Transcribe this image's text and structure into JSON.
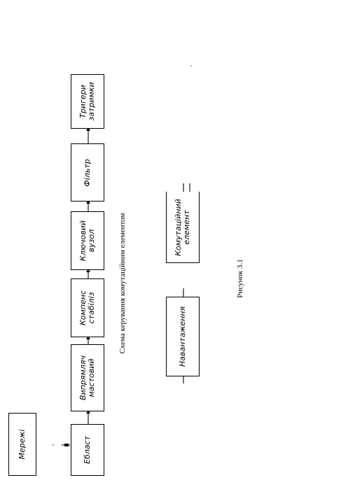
{
  "diagram": {
    "blocks": {
      "merezhi": "Мережі",
      "holost": "Ебласт",
      "vypryamliach": [
        "Випрямляч",
        "мастовий"
      ],
      "kompens": [
        "Компенс",
        "стабіліз"
      ],
      "kliuchovyi": [
        "Ключовий",
        "вузол"
      ],
      "filtr": "Фільтр",
      "tryhery": [
        "Тригери",
        "затримки"
      ],
      "navantazhennia": "Навантаження",
      "komutatsiinyi": [
        "Комутаційний",
        "елемент"
      ]
    },
    "caption": "Схема керування комутаційним елементом",
    "figure_label": "Рисунок 3.1"
  }
}
